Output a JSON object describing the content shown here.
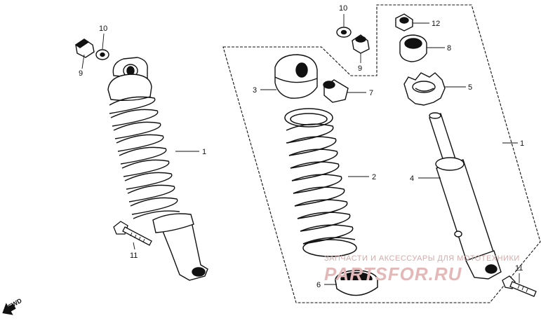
{
  "callouts": {
    "c1_left": "1",
    "c9_left": "9",
    "c10_left": "10",
    "c11_left": "11",
    "c10_top": "10",
    "c9_top": "9",
    "c12": "12",
    "c8": "8",
    "c3": "3",
    "c7": "7",
    "c5": "5",
    "c1_right": "1",
    "c2": "2",
    "c4": "4",
    "c6": "6",
    "c11_right": "11"
  },
  "direction_marker": {
    "label": "FWD",
    "icon": "forward-arrow-icon"
  },
  "watermark": {
    "line1": "ЗАПЧАСТИ И АКСЕССУАРЫ ДЛЯ МОТОТЕХНИКИ",
    "line2": "PARTSFOR.RU",
    "color": "#e4b8b8"
  },
  "colors": {
    "ink": "#111111",
    "background": "#ffffff"
  }
}
